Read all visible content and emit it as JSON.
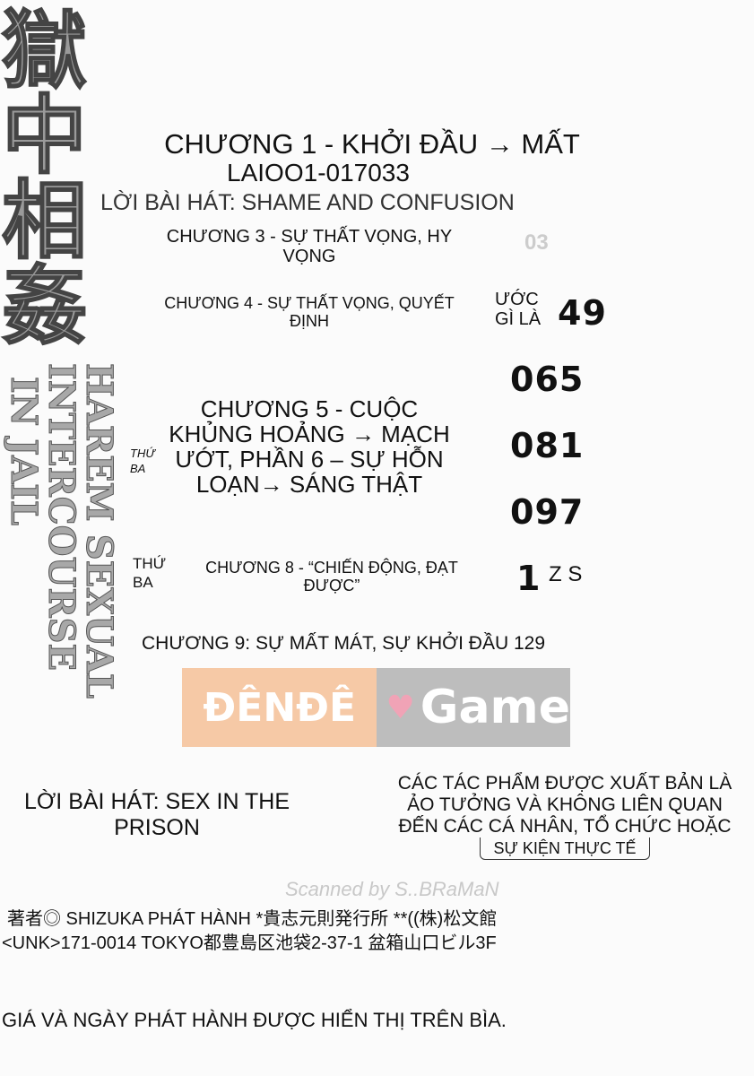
{
  "background": {
    "title_kanji_top": "獄中",
    "title_kanji_bottom": "相姦",
    "english_title_lines": [
      "HAREM SEXUAL",
      "INTERCOURSE",
      "IN JAIL"
    ],
    "watermark": "Scanned by S..BRaMaN",
    "logo": {
      "left": "ĐÊNĐÊ",
      "right": "Game",
      "left_color": "#f6c9a6",
      "right_color": "#bdbdbd",
      "heart_color": "#f0a3b6"
    }
  },
  "toc": {
    "ch1": [
      "CHƯƠNG 1 - KHỞI ĐẦU → MẤT",
      "LAIOO1-017033"
    ],
    "ch2": "LỜI BÀI HÁT: SHAME AND CONFUSION",
    "ch3": [
      "CHƯƠNG 3 - SỰ THẤT VỌNG, HY",
      "VỌNG"
    ],
    "ch3_page_fragment": "03",
    "ch4": [
      "CHƯƠNG 4 - SỰ THẤT VỌNG, QUYẾT",
      "ĐỊNH"
    ],
    "ch4_side": [
      "ƯỚC",
      "GÌ LÀ"
    ],
    "page_49": "49",
    "page_065": "065",
    "ch5": [
      "CHƯƠNG 5 - CUỘC",
      "KHỦNG HOẢNG → MẠCH",
      "ƯỚT, PHẦN 6 – SỰ HỖN",
      "LOẠN→ SÁNG THẬT"
    ],
    "thu_ba_1": [
      "THỨ",
      "BA"
    ],
    "page_081": "081",
    "page_097": "097",
    "thu_ba_2": [
      "THỨ",
      "BA"
    ],
    "ch8": [
      "CHƯƠNG 8 - “CHIẾN ĐỘNG, ĐẠT",
      "ĐƯỢC”"
    ],
    "page_1zs": [
      "1",
      "Z S"
    ],
    "ch9": "CHƯƠNG 9: SỰ MẤT MÁT, SỰ KHỞI ĐẦU 129"
  },
  "bonus": [
    "LỜI BÀI HÁT: SEX IN THE",
    "PRISON"
  ],
  "disclaimer": [
    "CÁC TÁC PHẨM ĐƯỢC XUẤT BẢN LÀ",
    "ẢO TƯỞNG VÀ KHÔNG LIÊN QUAN",
    "ĐẾN CÁC CÁ NHÂN, TỔ CHỨC HOẶC",
    "SỰ KIỆN THỰC TẾ"
  ],
  "credits": [
    "著者◎ SHIZUKA PHÁT HÀNH *貴志元則発行所 **((株)松文館",
    "<UNK>171-0014 TOKYO都豊島区池袋2-37-1 盆箱山口ビル3F"
  ],
  "price_note": "GIÁ VÀ NGÀY PHÁT HÀNH ĐƯỢC HIỂN THỊ TRÊN BÌA."
}
